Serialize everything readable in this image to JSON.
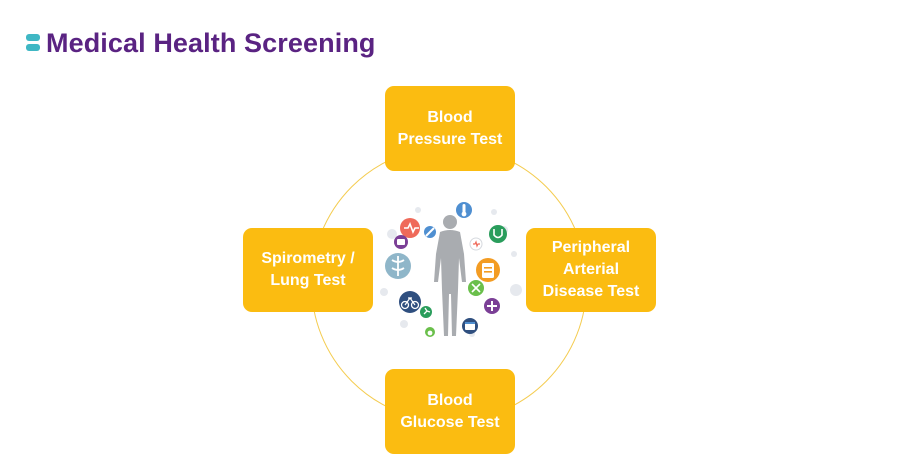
{
  "header": {
    "title": "Medical Health Screening",
    "accent_color": "#3fb7c4",
    "title_color": "#5a2382"
  },
  "diagram": {
    "box_color": "#fbbc11",
    "ring_color": "#f4cc50",
    "nodes": {
      "top": "Blood\nPressure Test",
      "right": "Peripheral\nArterial\nDisease Test",
      "bottom": "Blood\nGlucose Test",
      "left": "Spirometry /\nLung Test"
    },
    "center_icons": [
      "heart-pulse-icon",
      "thermometer-icon",
      "first-aid-icon",
      "stethoscope-icon",
      "syringe-icon",
      "caduceus-icon",
      "clipboard-icon",
      "pill-icon",
      "bicycle-icon",
      "runner-icon",
      "apple-icon",
      "calendar-icon",
      "knife-fork-icon"
    ]
  }
}
